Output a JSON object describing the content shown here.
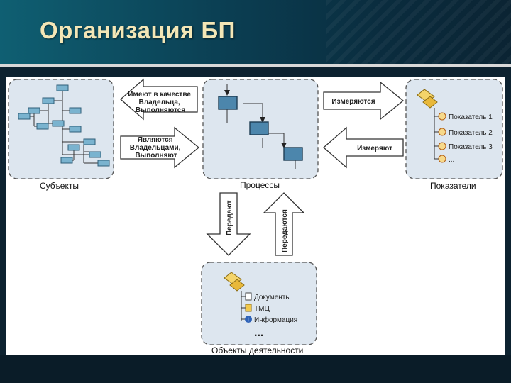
{
  "slide": {
    "title": "Организация БП"
  },
  "boxes": {
    "subjects": "Субъекты",
    "processes": "Процессы",
    "indicators": "Показатели",
    "objects": "Объекты деятельности"
  },
  "arrows": {
    "owners_left": [
      "Имеют в качестве",
      "Владельца,",
      "Выполняются"
    ],
    "owners_right": [
      "Являются",
      "Владельцами,",
      "Выполняют"
    ],
    "measured": "Измеряются",
    "measure": "Измеряют",
    "transfer": "Передают",
    "transferred": "Передаются"
  },
  "indicators": {
    "items": [
      "Показатель 1",
      "Показатель 2",
      "Показатель 3",
      "..."
    ],
    "icon": "indicator-icon",
    "folder_icon": "folder-icon"
  },
  "objects": {
    "items": [
      "Документы",
      "ТМЦ",
      "Информация"
    ],
    "icons": [
      "document-icon",
      "goods-icon",
      "info-icon"
    ],
    "more": "..."
  },
  "colors": {
    "box_fill": "#dde6ef",
    "tree_node": "#7ab3cf",
    "process_node": "#4c86ac",
    "title": "#f3e6b6",
    "header": "#0b3e52"
  }
}
